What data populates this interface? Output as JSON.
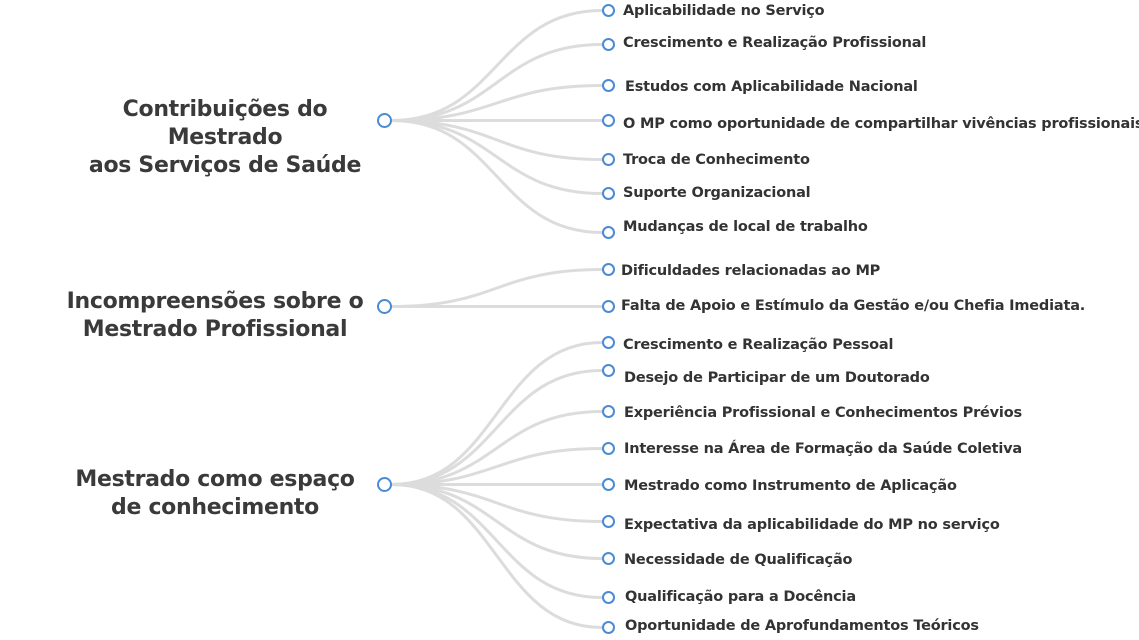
{
  "mindmap": {
    "edge_color": "#dcdcdc",
    "node_color": "#4a8bd4",
    "categories": [
      {
        "id": "cat-0",
        "title_lines": [
          "Contribuições do Mestrado",
          "aos Serviços de Saúde"
        ],
        "children": [
          "Aplicabilidade no Serviço",
          "Crescimento e Realização Profissional",
          "Estudos com Aplicabilidade Nacional",
          "O MP como oportunidade de compartilhar vivências profissionais",
          "Troca de Conhecimento",
          "Suporte Organizacional",
          "Mudanças de local de trabalho"
        ]
      },
      {
        "id": "cat-1",
        "title_lines": [
          "Incompreensões sobre o",
          "Mestrado Profissional"
        ],
        "children": [
          "Dificuldades relacionadas ao MP",
          "Falta de Apoio e Estímulo da Gestão e/ou Chefia Imediata."
        ]
      },
      {
        "id": "cat-2",
        "title_lines": [
          "Mestrado como espaço",
          "de conhecimento"
        ],
        "children": [
          "Crescimento e Realização Pessoal",
          "Desejo de Participar de um Doutorado",
          "Experiência Profissional e Conhecimentos Prévios",
          "Interesse na Área de Formação da Saúde Coletiva",
          "Mestrado como Instrumento de Aplicação",
          "Expectativa da aplicabilidade do MP no serviço",
          "Necessidade de Qualificação",
          "Qualificação para a Docência",
          "Oportunidade de Aprofundamentos Teóricos"
        ]
      }
    ]
  }
}
